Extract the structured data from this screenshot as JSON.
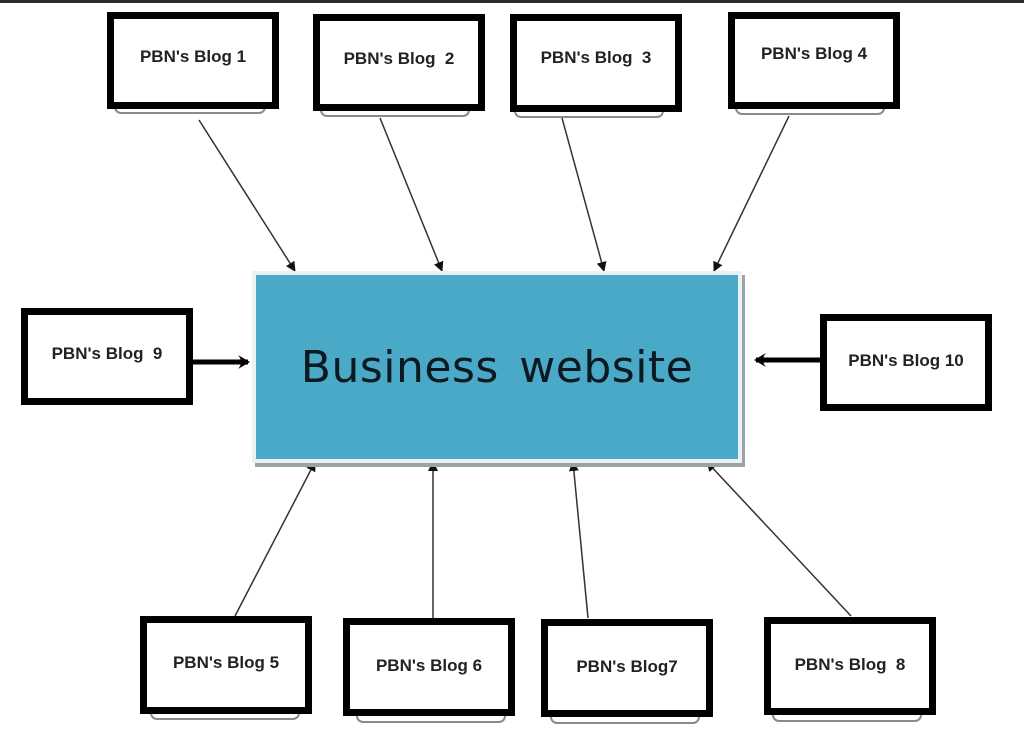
{
  "diagram": {
    "center": {
      "label": "Business website",
      "fill_color": "#4aa9c6"
    },
    "blogs": [
      {
        "id": 1,
        "label": "PBN's Blog 1",
        "position": "top"
      },
      {
        "id": 2,
        "label": "PBN's Blog  2",
        "position": "top"
      },
      {
        "id": 3,
        "label": "PBN's Blog  3",
        "position": "top"
      },
      {
        "id": 4,
        "label": "PBN's Blog 4",
        "position": "top"
      },
      {
        "id": 5,
        "label": "PBN's Blog 5",
        "position": "bottom"
      },
      {
        "id": 6,
        "label": "PBN's Blog 6",
        "position": "bottom"
      },
      {
        "id": 7,
        "label": "PBN's Blog7",
        "position": "bottom"
      },
      {
        "id": 8,
        "label": "PBN's Blog  8",
        "position": "bottom"
      },
      {
        "id": 9,
        "label": "PBN's Blog  9",
        "position": "left"
      },
      {
        "id": 10,
        "label": "PBN's Blog 10",
        "position": "right"
      }
    ],
    "links": [
      {
        "from": 1,
        "to": "center"
      },
      {
        "from": 2,
        "to": "center"
      },
      {
        "from": 3,
        "to": "center"
      },
      {
        "from": 4,
        "to": "center"
      },
      {
        "from": 5,
        "to": "center"
      },
      {
        "from": 6,
        "to": "center"
      },
      {
        "from": 7,
        "to": "center"
      },
      {
        "from": 8,
        "to": "center"
      },
      {
        "from": 9,
        "to": "center"
      },
      {
        "from": 10,
        "to": "center"
      }
    ]
  }
}
